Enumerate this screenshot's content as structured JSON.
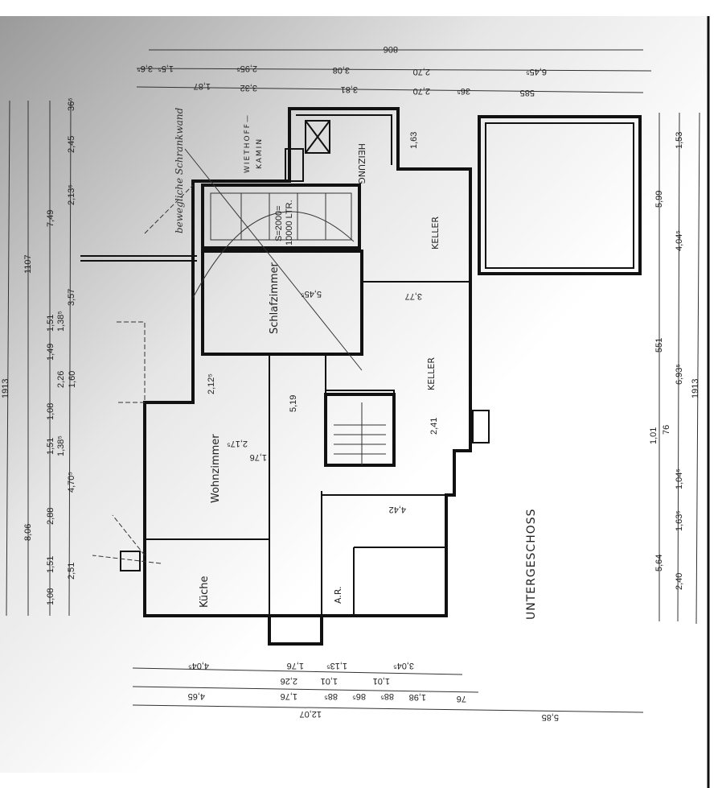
{
  "title": "UNTERGESCHOSS",
  "rooms": {
    "schlafzimmer": "Schlafzimmer",
    "wohnzimmer": "Wohnzimmer",
    "kueche": "Küche",
    "keller_upper": "KELLER",
    "keller_lower": "KELLER",
    "heizung": "HEIZUNG",
    "abstellraum": "A.R."
  },
  "labels": {
    "kamin_line1": "WIETHOFF—",
    "kamin_line2": "KAMIN",
    "tank_line1": "S=2000=",
    "tank_line2": "10000 LTR.",
    "handwritten": "bewegliche Schrankwand"
  },
  "dimensions": {
    "top": [
      "806",
      "3,6⁵",
      "1,5⁵",
      "2,95⁵",
      "3,08",
      "2,70",
      "6,45⁵",
      "3,32",
      "3,81",
      "2,70",
      "585",
      "36⁵",
      "1,87"
    ],
    "left": [
      "1913",
      "1107",
      "8,06",
      "7,49",
      "2,88",
      "1,51",
      "1,51",
      "1,51",
      "1,08",
      "1,08",
      "1,49",
      "2,13⁵",
      "2,45",
      "3,57",
      "2,26",
      "1,60",
      "4,70⁵",
      "2,51",
      "1,38⁵",
      "1,38⁵",
      "36⁵"
    ],
    "right": [
      "5,99",
      "551",
      "5,64",
      "1,53",
      "4,04⁵",
      "6,93⁵",
      "2,40",
      "1913",
      "1,01",
      "76",
      "1,63⁵",
      "1,04⁵"
    ],
    "bottom": [
      "4,04⁵",
      "1,76",
      "1,13⁵",
      "3,04⁵",
      "4,65",
      "1,76",
      "2,26",
      "88⁵",
      "86⁵",
      "88⁵",
      "1,98",
      "76",
      "12,07",
      "5,85",
      "1,01",
      "1,01"
    ],
    "interior": [
      "5,45⁵",
      "3,77",
      "2,12⁵",
      "5,19",
      "2,41",
      "4,42",
      "2,17⁵",
      "1,76",
      "1,63"
    ]
  },
  "colors": {
    "ink": "#111111",
    "paper": "#ffffff"
  }
}
